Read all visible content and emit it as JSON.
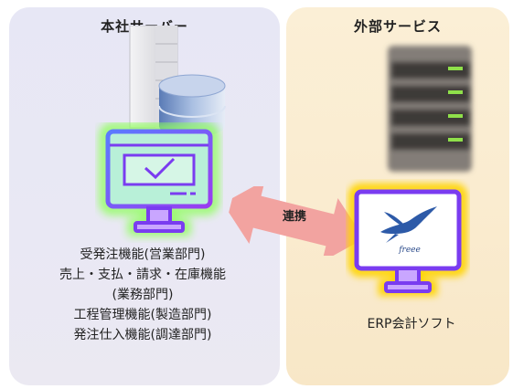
{
  "left_panel": {
    "title": "本社サーバー",
    "functions": [
      "受発注機能(営業部門)",
      "売上・支払・請求・在庫機能",
      "(業務部門)",
      "工程管理機能(製造部門)",
      "発注仕入機能(調達部門)"
    ]
  },
  "right_panel": {
    "title": "外部サービス",
    "product_label": "ERP会計ソフト",
    "logo_text": "freee"
  },
  "connector": {
    "label": "連携"
  },
  "icons": {
    "server": "server-stack-icon",
    "database": "database-icon",
    "monitor": "monitor-check-icon",
    "arrow": "double-arrow-icon",
    "cloud_server": "cloud-server-icon",
    "erp_monitor": "erp-monitor-icon",
    "bird": "swallow-logo-icon"
  },
  "colors": {
    "left_bg": "#e8e8f4",
    "right_bg": "#faecd0",
    "monitor_stroke": "#7a3cf0",
    "monitor_glow": "#7dff5a",
    "arrow": "#f2a3a0",
    "erp_glow": "#ffd400",
    "server_led": "#8fe04a"
  }
}
